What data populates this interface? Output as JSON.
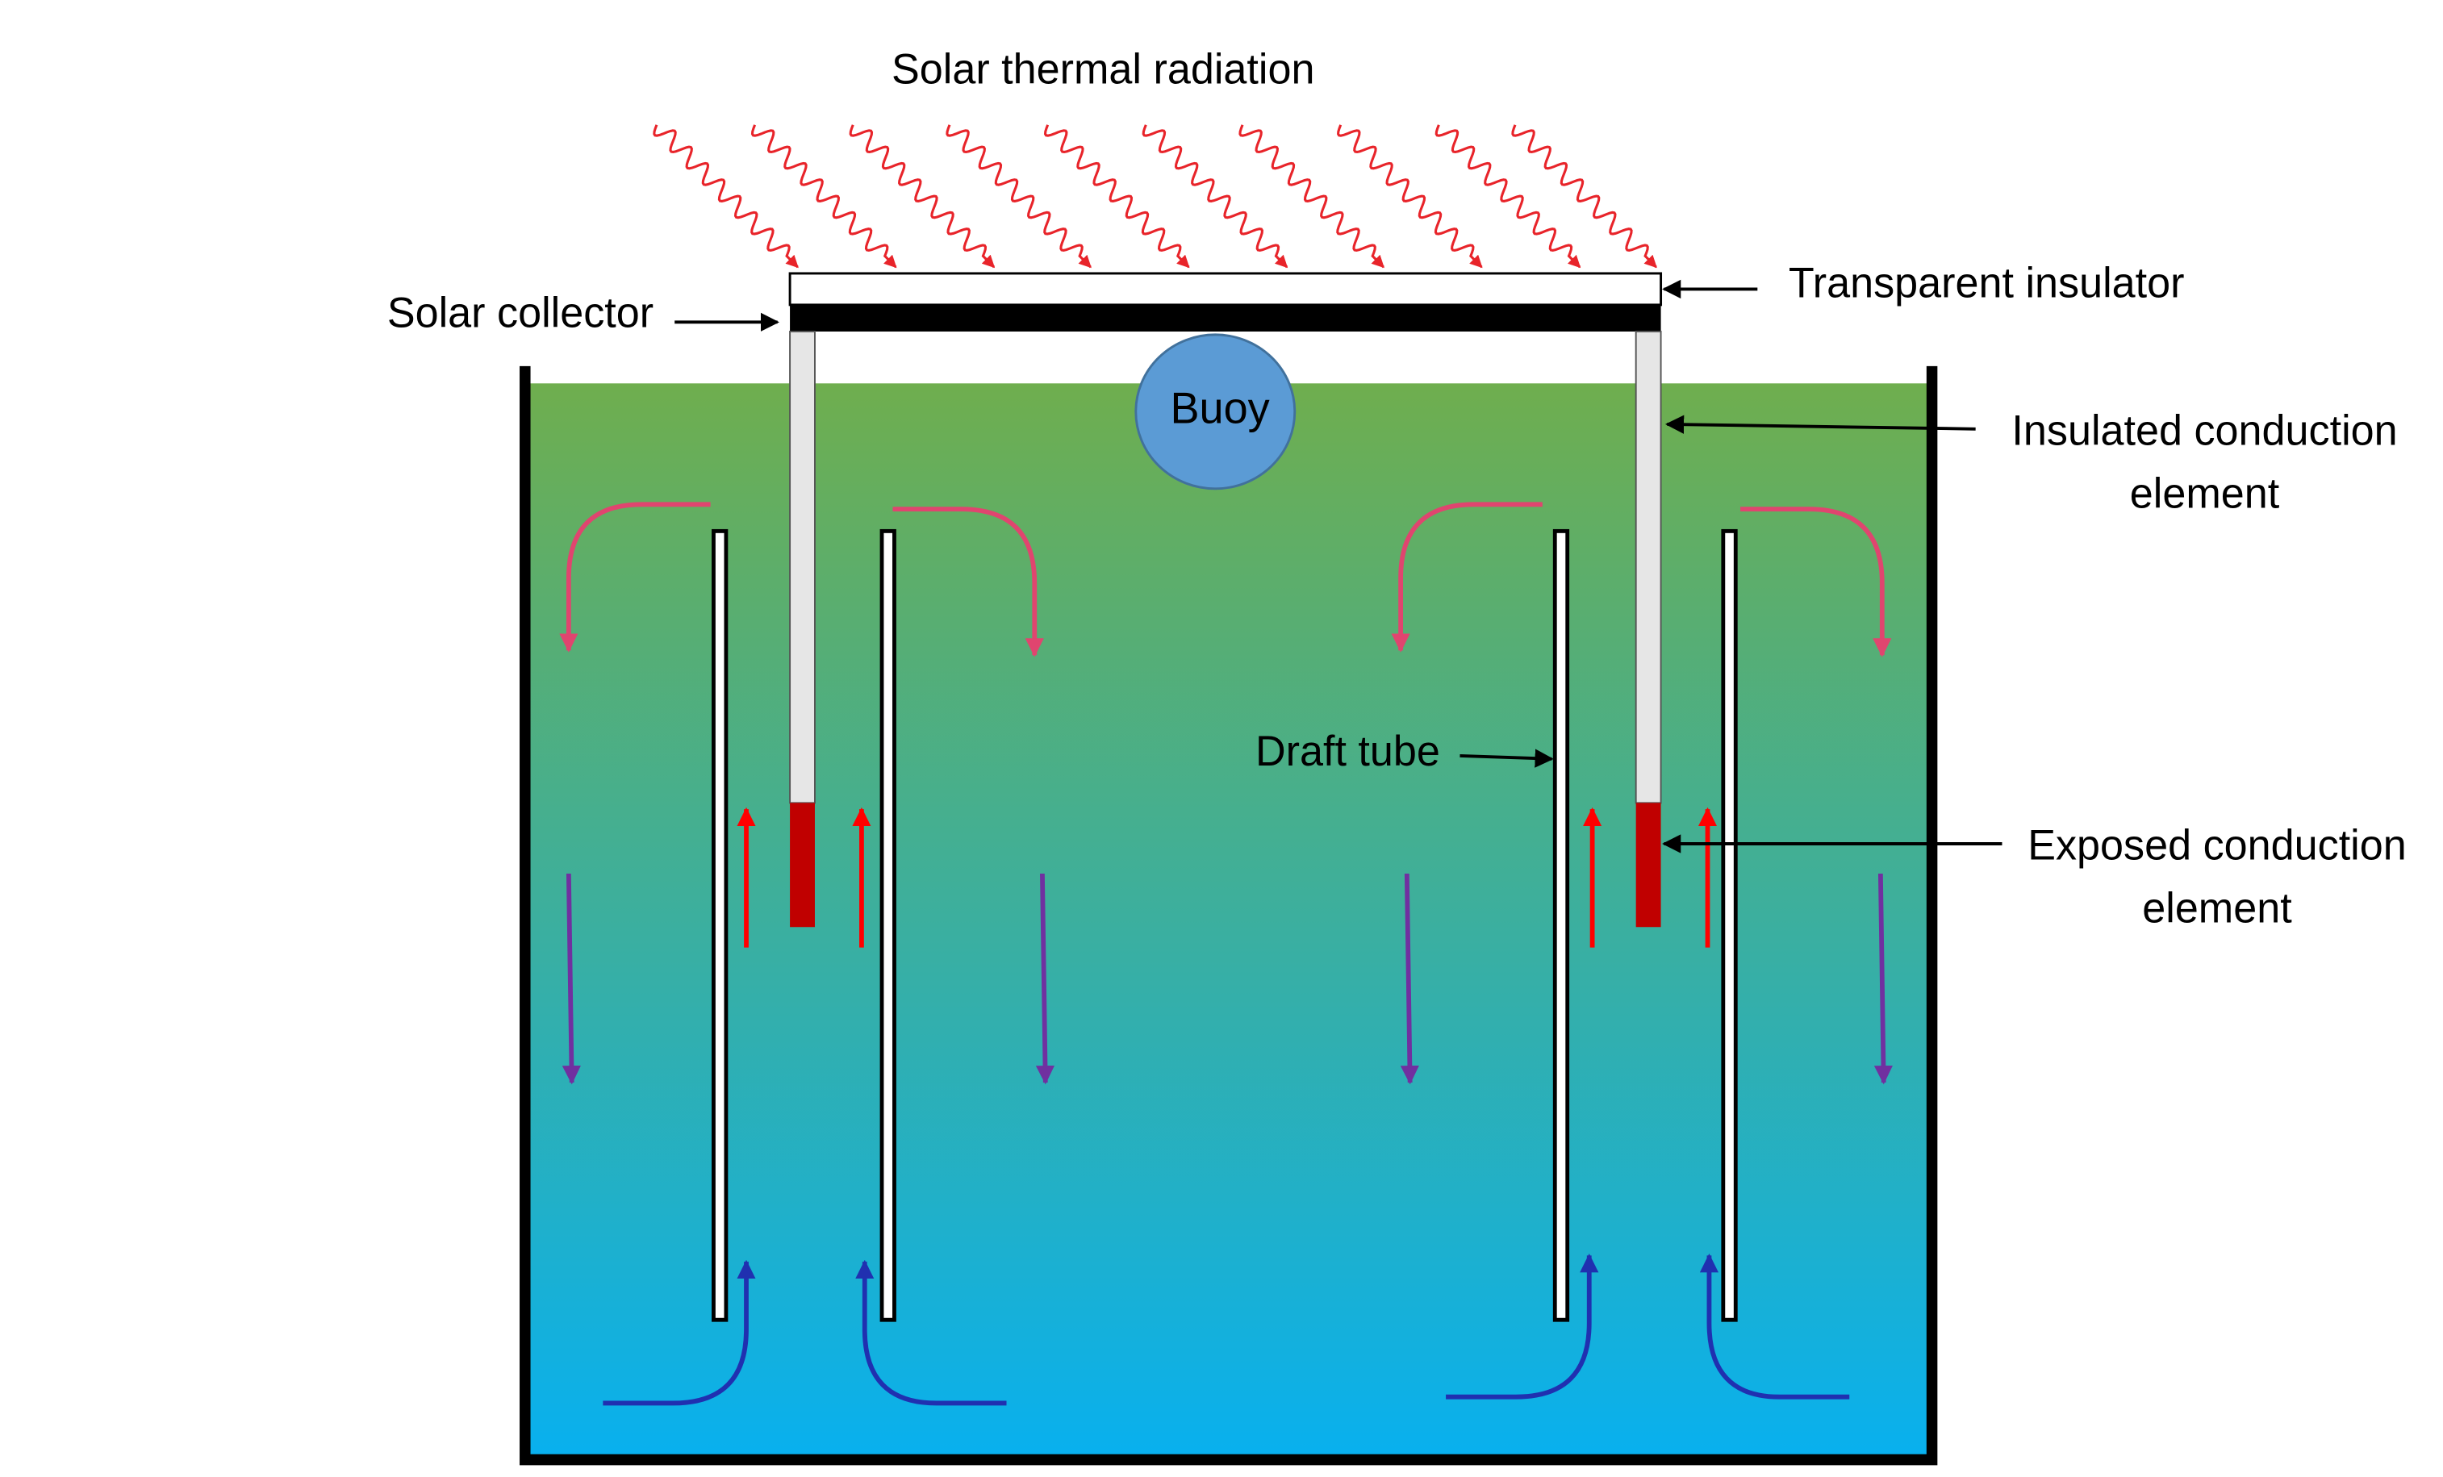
{
  "labels": {
    "radiation": "Solar thermal radiation",
    "collector": "Solar collector",
    "insulator": "Transparent insulator",
    "insulated_line1": "Insulated conduction",
    "insulated_line2": "element",
    "buoy": "Buoy",
    "draft_tube": "Draft tube",
    "exposed_line1": "Exposed conduction",
    "exposed_line2": "element"
  },
  "colors": {
    "water_top": "#6fae4e",
    "water_bottom": "#08b0ef",
    "radiation": "#e8242a",
    "hot_flow": "#ff0000",
    "surface_flow": "#e0456f",
    "cool_flow": "#7030a0",
    "deep_flow": "#2030b0",
    "buoy_fill": "#5b9bd5",
    "exposed_element": "#c00000",
    "insulated_element": "#e6e6e6"
  }
}
